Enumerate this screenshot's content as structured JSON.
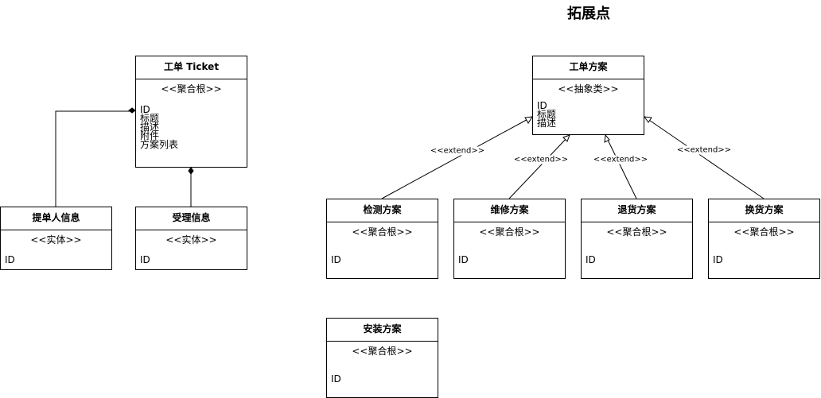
{
  "title": "拓展点",
  "ticket": {
    "name": "工单 Ticket",
    "stereotype": "<<聚合根>>",
    "attrs": [
      "ID",
      "标题",
      "描述",
      "附件",
      "方案列表"
    ]
  },
  "submitter": {
    "name": "提单人信息",
    "stereotype": "<<实体>>",
    "attrs": [
      "ID"
    ]
  },
  "handling": {
    "name": "受理信息",
    "stereotype": "<<实体>>",
    "attrs": [
      "ID"
    ]
  },
  "plan": {
    "name": "工单方案",
    "stereotype": "<<抽象类>>",
    "attrs": [
      "ID",
      "标题",
      "描述"
    ]
  },
  "inspect": {
    "name": "检测方案",
    "stereotype": "<<聚合根>>",
    "attrs": [
      "ID"
    ]
  },
  "repair": {
    "name": "维修方案",
    "stereotype": "<<聚合根>>",
    "attrs": [
      "ID"
    ]
  },
  "returnp": {
    "name": "退货方案",
    "stereotype": "<<聚合根>>",
    "attrs": [
      "ID"
    ]
  },
  "exchange": {
    "name": "换货方案",
    "stereotype": "<<聚合根>>",
    "attrs": [
      "ID"
    ]
  },
  "install": {
    "name": "安装方案",
    "stereotype": "<<聚合根>>",
    "attrs": [
      "ID"
    ]
  },
  "extend_label": "<<extend>>"
}
